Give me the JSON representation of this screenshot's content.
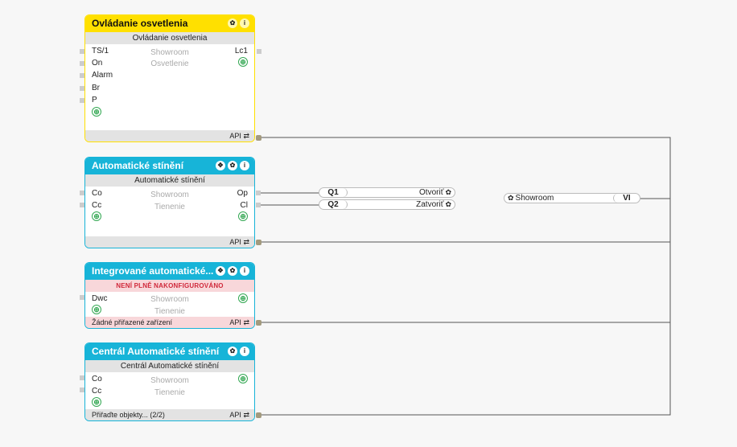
{
  "blocks": [
    {
      "title": "Ovládanie osvetlenia",
      "subtitle": "Ovládanie osvetlenia",
      "inputs": [
        "TS/1",
        "On",
        "Alarm",
        "Br",
        "P"
      ],
      "outputs": [
        "Lc1"
      ],
      "location": "Showroom",
      "category": "Osvetlenie",
      "footer_text": "",
      "api_label": "API"
    },
    {
      "title": "Automatické stínění",
      "subtitle": "Automatické stínění",
      "inputs": [
        "Co",
        "Cc"
      ],
      "outputs": [
        "Op",
        "Cl"
      ],
      "location": "Showroom",
      "category": "Tienenie",
      "footer_text": "",
      "api_label": "API"
    },
    {
      "title": "Integrované  automatické...",
      "subtitle": "NENÍ PLNĚ NAKONFIGUROVÁNO",
      "inputs": [
        "Dwc"
      ],
      "outputs": [],
      "location": "Showroom",
      "category": "Tienenie",
      "footer_text": "Žádné přiřazené zařízení",
      "api_label": "API"
    },
    {
      "title": "Centrál Automatické stínění",
      "subtitle": "Centrál Automatické stínění",
      "inputs": [
        "Co",
        "Cc"
      ],
      "outputs": [],
      "location": "Showroom",
      "category": "Tienenie",
      "footer_text": "Přiřaďte objekty... (2/2)",
      "api_label": "API"
    }
  ],
  "q_nodes": [
    {
      "label": "Q1",
      "action": "Otvoriť"
    },
    {
      "label": "Q2",
      "action": "Zatvoriť"
    }
  ],
  "vi_node": {
    "location": "Showroom",
    "label": "VI"
  },
  "icons": {
    "plus": "⊕",
    "gear": "✿",
    "info": "i",
    "move": "✥",
    "api": "⇄"
  },
  "colors": {
    "accent_cyan": "#17b4d8",
    "accent_yellow": "#ffe000",
    "warning_red": "#d0283a",
    "wire": "#555555"
  }
}
